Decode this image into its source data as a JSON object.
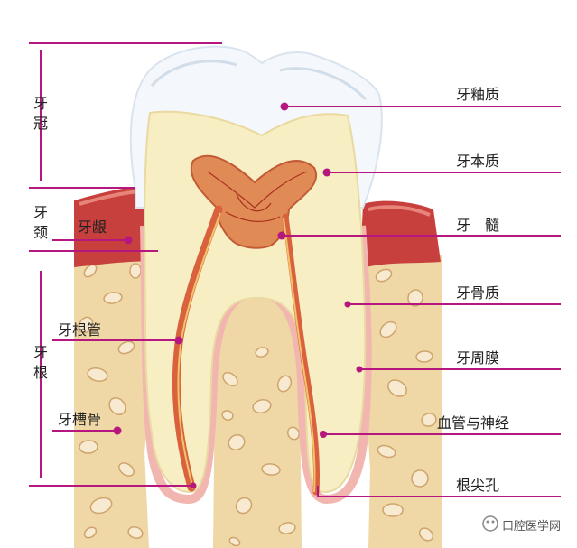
{
  "colors": {
    "leader": "#b5177e",
    "enamel": "#f4f7fb",
    "dentin": "#f7eec4",
    "pulp": "#e08a56",
    "gum": "#c8403e",
    "bone": "#efd7a6",
    "bone_pore": "#cfa46c",
    "ligament": "#f2b6b0"
  },
  "regions": {
    "crown": "牙冠",
    "neck": "牙颈",
    "root": "牙根"
  },
  "labels": {
    "enamel": "牙釉质",
    "dentin": "牙本质",
    "pulp": "牙　髓",
    "cementum": "牙骨质",
    "periodontal_ligament": "牙周膜",
    "vessels_nerves": "血管与神经",
    "apical_foramen": "根尖孔",
    "gingiva": "牙龈",
    "root_canal": "牙根管",
    "alveolar_bone": "牙槽骨"
  },
  "watermark": "口腔医学网"
}
